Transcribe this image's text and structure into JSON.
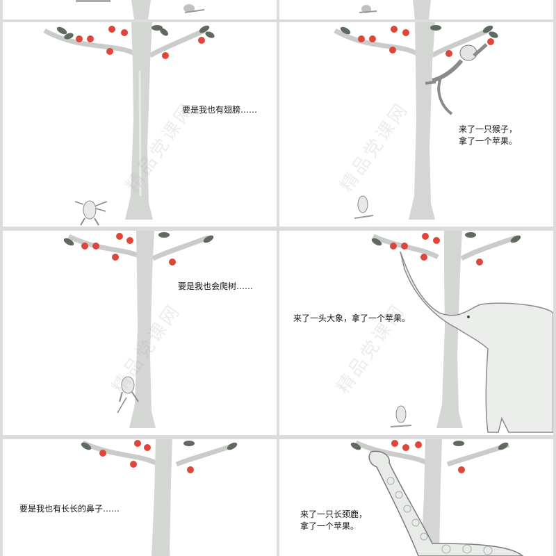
{
  "watermark": "精品党课网",
  "colors": {
    "apple": "#e0453a",
    "trunk": "#cfd2cf",
    "leaf": "#5f6a5f",
    "slide_bg": "#ffffff",
    "gutter": "#dcdcdc"
  },
  "slides": [
    {
      "caption_lines": []
    },
    {
      "caption_lines": []
    },
    {
      "caption_lines": [
        "要是我也有翅膀……"
      ]
    },
    {
      "caption_lines": [
        "来了一只猴子，",
        "拿了一个苹果。"
      ]
    },
    {
      "caption_lines": [
        "要是我也会爬树……"
      ]
    },
    {
      "caption_lines": [
        "来了一头大象，拿了一个苹果。"
      ]
    },
    {
      "caption_lines": [
        "要是我也有长长的鼻子……"
      ]
    },
    {
      "caption_lines": [
        "来了一只长颈鹿，",
        "拿了一个苹果。"
      ]
    }
  ]
}
